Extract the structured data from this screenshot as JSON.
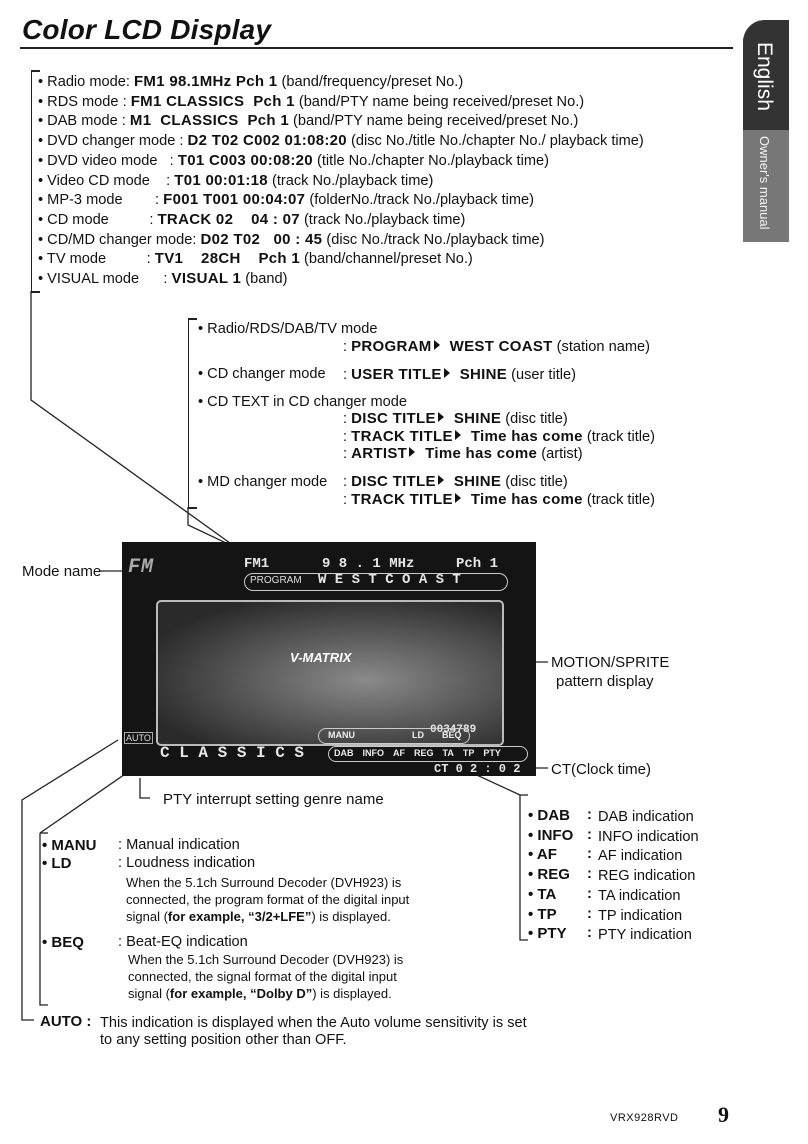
{
  "header": {
    "title": "Color LCD Display"
  },
  "side_tab": {
    "language": "English",
    "manual": "Owner's manual"
  },
  "modes": [
    {
      "label": "• Radio mode: ",
      "lcd": "FM1 98.1MHz Pch 1",
      "desc": " (band/frequency/preset No.)"
    },
    {
      "label": "• RDS mode : ",
      "lcd": "FM1 CLASSICS  Pch 1",
      "desc": " (band/PTY name being received/preset No.)"
    },
    {
      "label": "• DAB mode : ",
      "lcd": "M1  CLASSICS  Pch 1",
      "desc": " (band/PTY name being received/preset No.)"
    },
    {
      "label": "• DVD changer mode : ",
      "lcd": "D2 T02 C002 01:08:20",
      "desc": " (disc No./title No./chapter No./ playback time)"
    },
    {
      "label": "• DVD video mode   : ",
      "lcd": "T01 C003 00:08:20",
      "desc": " (title No./chapter No./playback time)"
    },
    {
      "label": "• Video CD mode    : ",
      "lcd": "T01 00:01:18",
      "desc": " (track No./playback time)"
    },
    {
      "label": "• MP-3 mode        : ",
      "lcd": "F001 T001 00:04:07",
      "desc": " (folderNo./track No./playback time)"
    },
    {
      "label": "• CD mode          : ",
      "lcd": "TRACK 02    04 : 07",
      "desc": " (track No./playback time)"
    },
    {
      "label": "• CD/MD changer mode: ",
      "lcd": "D02 T02   00 : 45",
      "desc": " (disc No./track No./playback time)"
    },
    {
      "label": "• TV mode          : ",
      "lcd": "TV1    28CH    Pch 1",
      "desc": " (band/channel/preset No.)"
    },
    {
      "label": "• VISUAL mode      : ",
      "lcd": "VISUAL 1",
      "desc": " (band)"
    }
  ],
  "titles": {
    "radio_label": "• Radio/RDS/DAB/TV mode",
    "radio_key": "PROGRAM",
    "radio_val": "WEST COAST",
    "radio_desc": " (station name)",
    "cdch_label": "• CD changer mode",
    "cdch_key": "USER TITLE",
    "cdch_val": "SHINE",
    "cdch_desc": " (user title)",
    "cdtext_label": "• CD TEXT in CD changer mode",
    "cdtext_disc_key": "DISC TITLE",
    "cdtext_disc_val": "SHINE",
    "cdtext_disc_desc": " (disc title)",
    "cdtext_track_key": "TRACK TITLE",
    "cdtext_track_val": "Time has come",
    "cdtext_track_desc": " (track title)",
    "cdtext_artist_key": "ARTIST",
    "cdtext_artist_val": "Time has come",
    "cdtext_artist_desc": " (artist)",
    "md_label": "• MD changer mode",
    "md_disc_key": "DISC TITLE",
    "md_disc_val": "SHINE",
    "md_disc_desc": " (disc title)",
    "md_track_key": "TRACK TITLE",
    "md_track_val": "Time has come",
    "md_track_desc": " (track title)",
    "colon": ":"
  },
  "lcd": {
    "band": "FM1",
    "freq": "9 8 . 1 MHz",
    "preset": "Pch 1",
    "program_tag": "PROGRAM",
    "program_name": "W E S T   C O A S T",
    "logo": "V-MATRIX",
    "counter": "0034789",
    "auto": "AUTO",
    "genre": "C L A S S I C S",
    "manu": "MANU",
    "ld": "LD",
    "beq": "BEQ",
    "indicators": [
      "DAB",
      "INFO",
      "AF",
      "REG",
      "TA",
      "TP",
      "PTY"
    ],
    "clock": "CT 0 2 : 0 2"
  },
  "callouts": {
    "mode_name": "Mode name",
    "motion": "MOTION/SPRITE",
    "motion2": "pattern display",
    "ct": "CT(Clock time)",
    "pty": "PTY interrupt setting genre name"
  },
  "legend_left": {
    "manu_key": "• MANU",
    "manu_desc": ": Manual indication",
    "ld_key": "• LD",
    "ld_desc": ": Loudness indication",
    "ld_note1": "When the 5.1ch Surround Decoder (DVH923) is",
    "ld_note2": "connected, the program format of the digital input",
    "ld_note3a": "signal (",
    "ld_note3b": "for example, “3/2+LFE”",
    "ld_note3c": ") is displayed.",
    "beq_key": "• BEQ",
    "beq_desc": ": Beat-EQ indication",
    "beq_note1": "When the 5.1ch Surround Decoder (DVH923) is",
    "beq_note2": "connected, the signal format of the digital input",
    "beq_note3a": "signal (",
    "beq_note3b": "for example, “Dolby D”",
    "beq_note3c": ") is displayed.",
    "auto_key": "AUTO :",
    "auto_desc1": "This indication is displayed when the Auto volume sensitivity is set",
    "auto_desc2": "to any setting position other than OFF."
  },
  "legend_right": [
    {
      "key": "• DAB",
      "desc": "DAB indication"
    },
    {
      "key": "• INFO",
      "desc": "INFO indication"
    },
    {
      "key": "• AF",
      "desc": "AF indication"
    },
    {
      "key": "• REG",
      "desc": "REG indication"
    },
    {
      "key": "• TA",
      "desc": "TA indication"
    },
    {
      "key": "• TP",
      "desc": "TP indication"
    },
    {
      "key": "• PTY",
      "desc": "PTY indication"
    }
  ],
  "legend_right_colon": ":",
  "footer": {
    "model": "VRX928RVD",
    "page": "9"
  }
}
